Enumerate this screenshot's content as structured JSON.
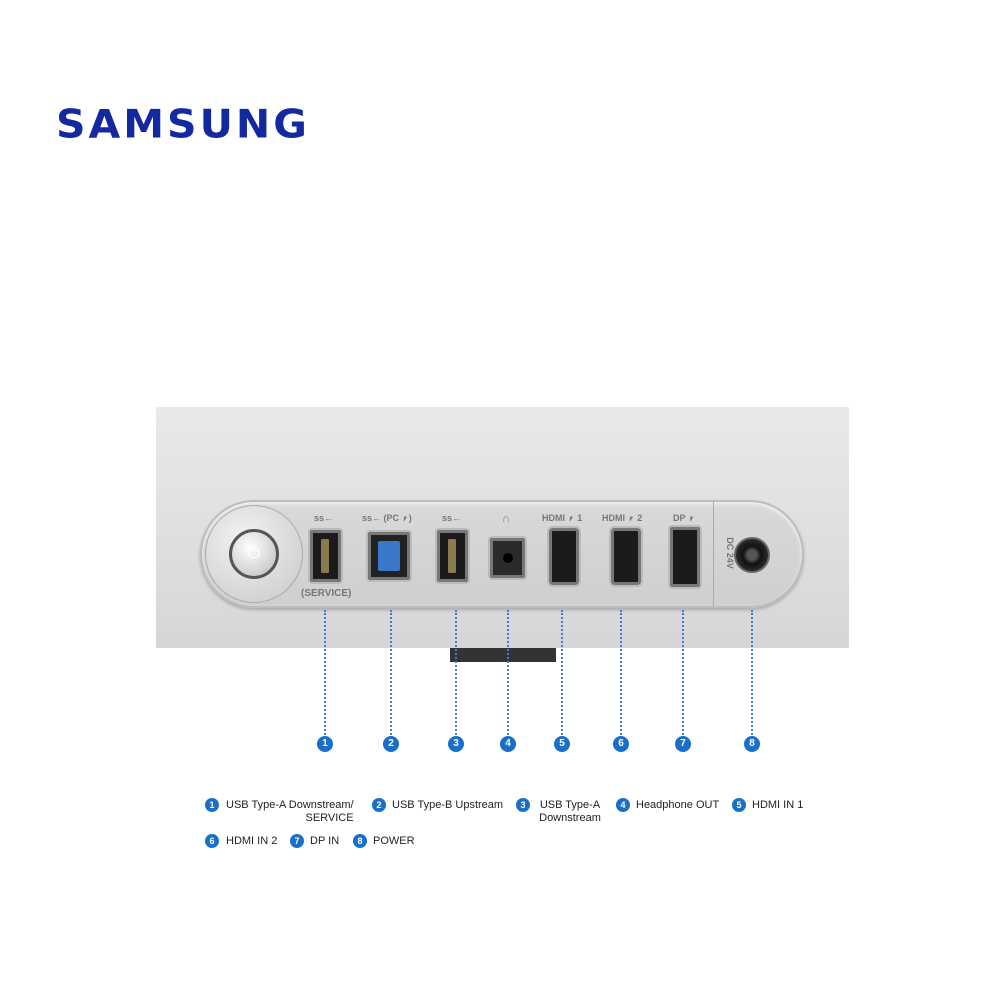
{
  "brand": {
    "logo": "SAMSUNG",
    "color": "#1428a0"
  },
  "ports": [
    {
      "num": "1",
      "label": "ss←",
      "sublabel": "(SERVICE)",
      "type": "usb-a"
    },
    {
      "num": "2",
      "label": "ss← (PC ⎖)",
      "type": "usb-b"
    },
    {
      "num": "3",
      "label": "ss←",
      "type": "usb-a"
    },
    {
      "num": "4",
      "label": "∩",
      "type": "headphone"
    },
    {
      "num": "5",
      "label": "HDMI ⎖ 1",
      "type": "hdmi"
    },
    {
      "num": "6",
      "label": "HDMI ⎖ 2",
      "type": "hdmi"
    },
    {
      "num": "7",
      "label": "DP ⎖",
      "type": "dp"
    },
    {
      "num": "8",
      "label": "DC 24V",
      "type": "dc"
    }
  ],
  "legend": [
    {
      "num": "1",
      "line1": "USB Type-A Downstream/",
      "line2": "SERVICE"
    },
    {
      "num": "2",
      "line1": "USB Type-B Upstream"
    },
    {
      "num": "3",
      "line1": "USB Type-A",
      "line2": "Downstream"
    },
    {
      "num": "4",
      "line1": "Headphone OUT"
    },
    {
      "num": "5",
      "line1": "HDMI IN 1"
    },
    {
      "num": "6",
      "line1": "HDMI IN 2"
    },
    {
      "num": "7",
      "line1": "DP IN"
    },
    {
      "num": "8",
      "line1": "POWER"
    }
  ],
  "accent": "#1a6fc9"
}
